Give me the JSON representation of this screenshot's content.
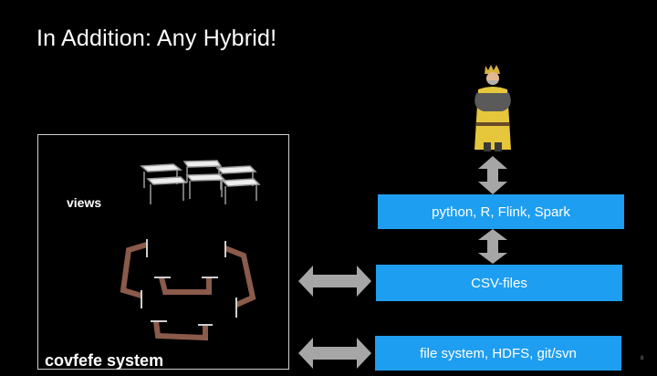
{
  "slide": {
    "title": "In Addition: Any Hybrid!",
    "page_number": "8"
  },
  "system": {
    "views_label": "views",
    "system_label": "covfefe system"
  },
  "boxes": {
    "python_label": "python, R, Flink, Spark",
    "csv_label": "CSV-files",
    "fs_label": "file system, HDFS, git/svn"
  },
  "colors": {
    "background": "#000000",
    "box_blue": "#1e9ef0",
    "arrow_gray": "#a6a6a6",
    "text": "#ffffff"
  },
  "icons": {
    "person": "king-figure-icon",
    "tables": "tables-icon",
    "clamps": "clamp-icon"
  }
}
